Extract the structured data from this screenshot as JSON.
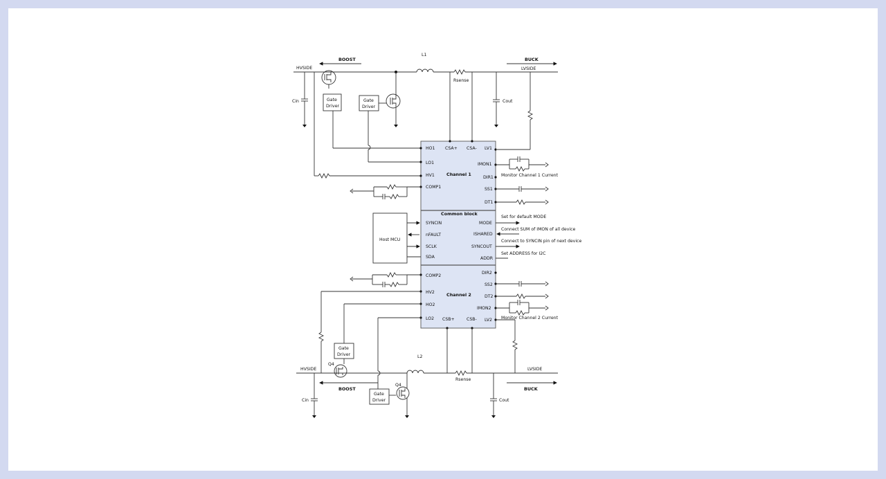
{
  "top": {
    "boost": "BOOST",
    "buck": "BUCK",
    "l1": "L1",
    "hvside": "HVSIDE",
    "lvside": "LVSIDE",
    "rsense": "Rsense",
    "cin": "Cin",
    "cout": "Cout",
    "gate_driver_a": [
      "Gate",
      "Driver"
    ],
    "gate_driver_b": [
      "Gate",
      "Driver"
    ]
  },
  "bottom": {
    "boost": "BOOST",
    "buck": "BUCK",
    "l2": "L2",
    "hvside": "HVSIDE",
    "lvside": "LVSIDE",
    "rsense": "Rsense",
    "cin": "Cin",
    "cout": "Cout",
    "q4_a": "Q4",
    "q4_b": "Q4",
    "gate_driver_a": [
      "Gate",
      "Driver"
    ],
    "gate_driver_b": [
      "Gate",
      "Driver"
    ]
  },
  "ic": {
    "channel1_title": "Channel 1",
    "common_title": "Common block",
    "channel2_title": "Channel 2",
    "ch1_top_pins": [
      "CSA+",
      "CSA-"
    ],
    "ch1_left_pins": [
      "HO1",
      "LO1",
      "HV1",
      "COMP1"
    ],
    "ch1_right_pins": [
      "LV1",
      "IMON1",
      "DIR1",
      "SS1",
      "DT1"
    ],
    "common_left_pins": [
      "SYNCIN",
      "nFAULT",
      "SCLK",
      "SDA"
    ],
    "common_right_pins": [
      "MODE",
      "ISHARED",
      "SYNCOUT",
      "ADDR"
    ],
    "ch2_left_pins": [
      "COMP2",
      "HV2",
      "HO2",
      "LO2"
    ],
    "ch2_bottom_pins": [
      "CSB+",
      "CSB-"
    ],
    "ch2_right_pins": [
      "DIR2",
      "SS2",
      "DT2",
      "IMON2",
      "LV2"
    ]
  },
  "host_mcu": "Host MCU",
  "notes": {
    "monitor_ch1": "Monitor Channel 1 Current",
    "mode": "Set for default MODE",
    "ishared": "Connect SUM of IMON of all device",
    "syncout": "Connect to SYNCIN  pin of next device",
    "addr": "Set ADDRESS for I2C",
    "monitor_ch2": "Monitor Channel 2 Current"
  }
}
